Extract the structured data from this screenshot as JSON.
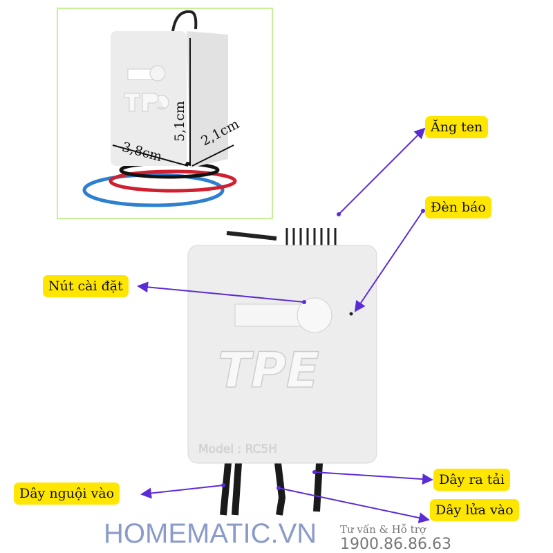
{
  "inset": {
    "height": "5,1cm",
    "width": "3,8cm",
    "depth": "2,1cm",
    "brand": "TPE"
  },
  "device": {
    "brand": "TPE",
    "model": "Model : RC5H"
  },
  "labels": {
    "antenna": "Ăng ten",
    "indicator": "Đèn báo",
    "setup_button": "Nút cài đặt",
    "neutral_in": "Dây nguội vào",
    "load_out": "Dây ra tải",
    "live_in": "Dây lửa vào"
  },
  "footer": {
    "logo": "HOMEMATIC.VN",
    "consult": "Tư vấn & Hỗ trợ",
    "phone": "1900.86.86.63"
  },
  "colors": {
    "label_bg": "#ffe600",
    "arrow": "#5b2bd6",
    "inset_border": "#c6ef9a"
  }
}
